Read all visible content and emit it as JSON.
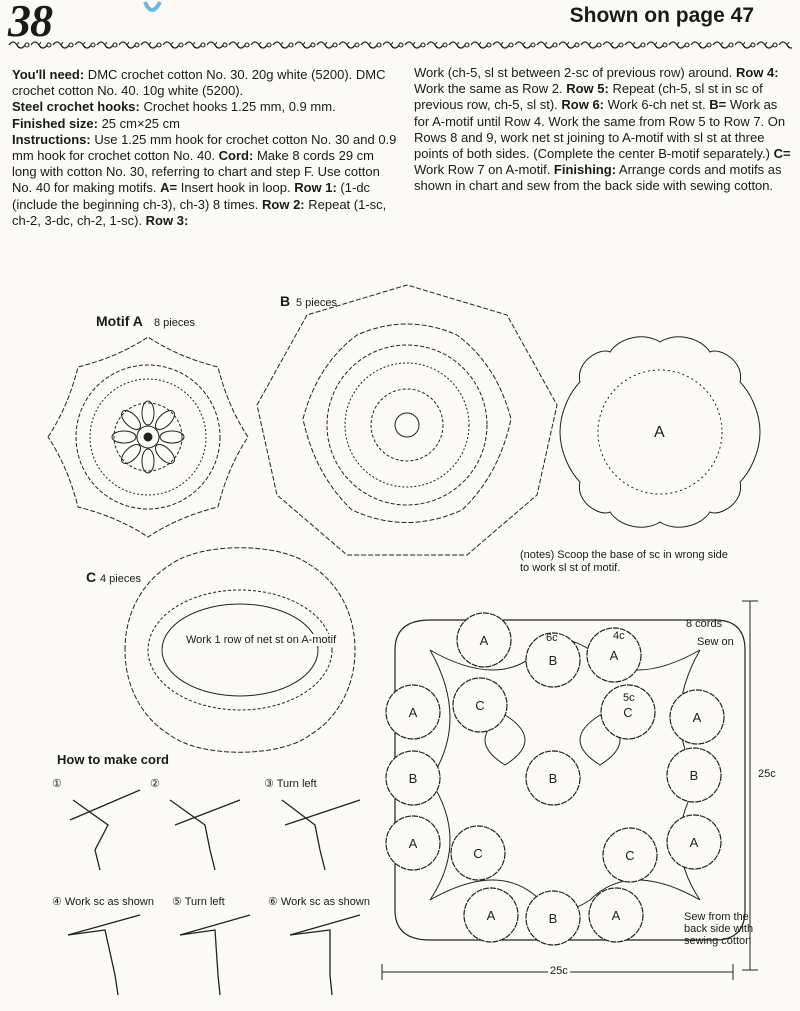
{
  "header": {
    "page_number": "38",
    "shown_on": "Shown on page 47"
  },
  "instructions": {
    "youll_need_label": "You'll need:",
    "youll_need_text": " DMC crochet cotton No. 30. 20g white (5200). DMC crochet cotton No. 40. 10g white (5200).",
    "hooks_label": "Steel crochet hooks:",
    "hooks_text": " Crochet hooks 1.25 mm, 0.9 mm.",
    "size_label": "Finished size:",
    "size_text": " 25 cm×25 cm",
    "instr_label": "Instructions:",
    "instr_text": " Use 1.25 mm hook for crochet cotton No. 30 and 0.9 mm hook for crochet cotton No. 40. ",
    "cord_label": "Cord:",
    "cord_text": " Make 8 cords 29 cm long with cotton No. 30, referring to chart and step F. Use cotton No. 40 for making motifs. ",
    "a_label": "A=",
    "a_text": " Insert hook in loop. ",
    "row1_label": "Row 1:",
    "row1_text": " (1-dc (include the beginning ch-3), ch-3) 8 times. ",
    "row2_label": "Row 2:",
    "row2_text": " Repeat (1-sc, ch-2, 3-dc, ch-2, 1-sc). ",
    "row3_label": "Row 3:",
    "row3_text": " Work (ch-5, sl st between 2-sc of previous row) around. ",
    "row4_label": "Row 4:",
    "row4_text": " Work the same as Row 2. ",
    "row5_label": "Row 5:",
    "row5_text": " Repeat (ch-5, sl st in sc of previous row, ch-5, sl st). ",
    "row6_label": "Row 6:",
    "row6_text": " Work 6-ch net st. ",
    "b_label": "B=",
    "b_text": " Work as for A-motif until Row 4. Work the same from Row 5 to Row 7. On Rows 8 and 9, work net st joining to A-motif with sl st at three points of both sides. (Complete the center B-motif separately.) ",
    "c_label": "C=",
    "c_text": " Work Row 7 on A-motif. ",
    "finishing_label": "Finishing:",
    "finishing_text": " Arrange cords and motifs as shown in chart and sew from the back side with sewing cotton."
  },
  "diagrams": {
    "motif_a_title": "Motif A",
    "motif_a_count": "8 pieces",
    "motif_b_title": "B",
    "motif_b_count": "5 pieces",
    "motif_c_title": "C",
    "motif_c_count": "4 pieces",
    "motif_a_label": "A",
    "notes": "(notes) Scoop the base of sc in wrong side to work sl st of motif.",
    "work_net": "Work 1 row of net st on A-motif",
    "cord_title": "How to make cord",
    "step1": "①",
    "step2": "②",
    "step3": "③ Turn left",
    "step4": "④ Work sc as shown",
    "step5": "⑤ Turn left",
    "step6": "⑥ Work sc as shown",
    "assembly_cords": "8 cords",
    "assembly_sew_on": "Sew on",
    "assembly_sew_back": "Sew from the back side with sewing cotton",
    "dim_right": "25c",
    "dim_bottom": "25c",
    "chain_6c": "6c",
    "chain_4c": "4c",
    "chain_5c": "5c"
  }
}
